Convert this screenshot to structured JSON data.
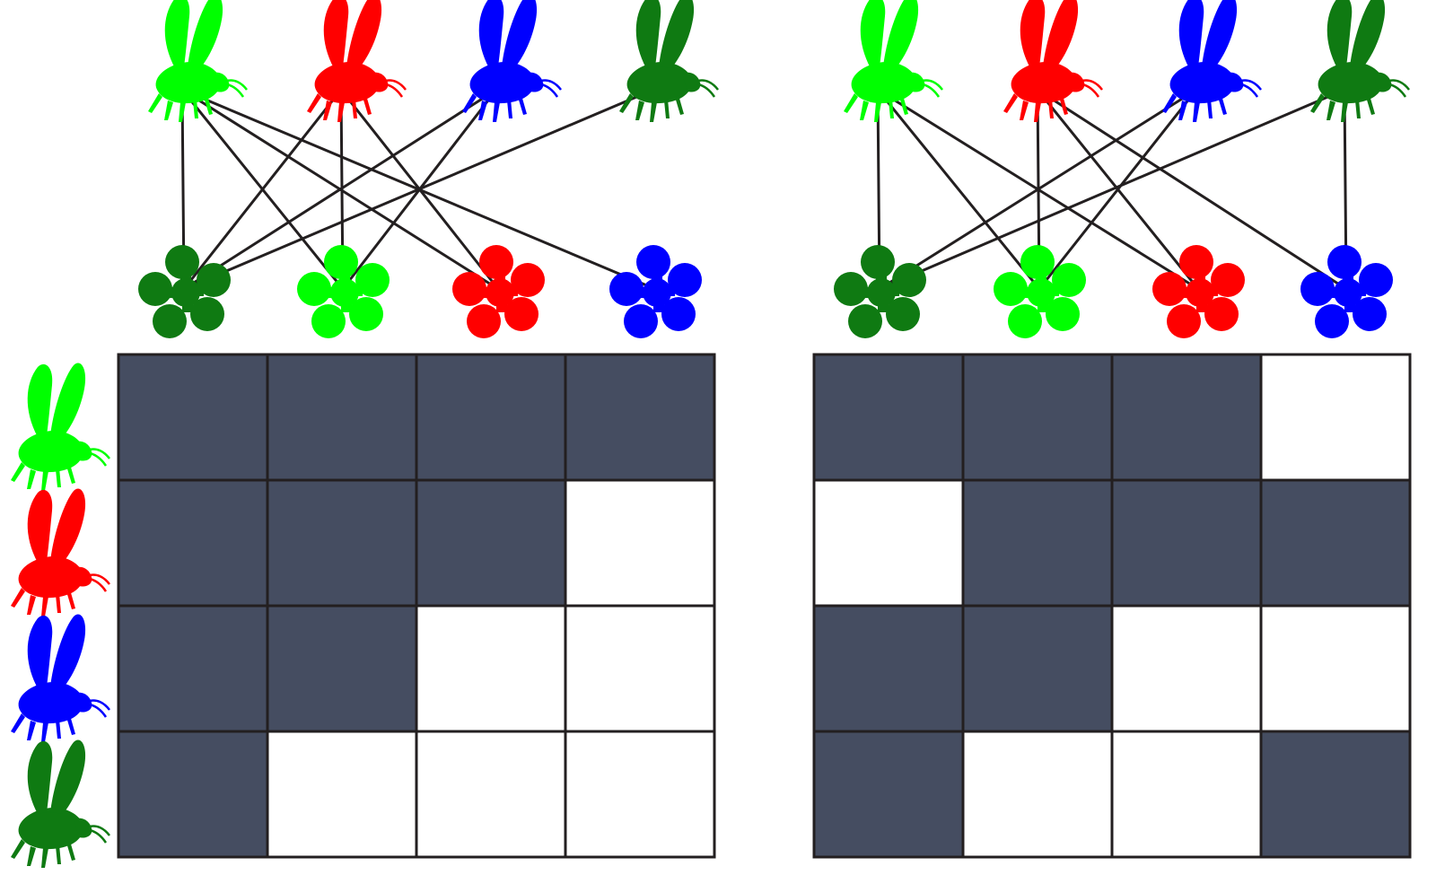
{
  "colors": {
    "bright_green": "#00ff00",
    "red": "#ff0000",
    "blue": "#0000ff",
    "dark_green": "#0f7a12",
    "filled_cell": "#454d61",
    "empty_cell": "#ffffff",
    "edge": "#231f20"
  },
  "pollinators": [
    {
      "id": "pollinator-bright-green",
      "color": "bright_green",
      "icon": "bee-icon"
    },
    {
      "id": "pollinator-red",
      "color": "red",
      "icon": "bee-icon"
    },
    {
      "id": "pollinator-blue",
      "color": "blue",
      "icon": "bee-icon"
    },
    {
      "id": "pollinator-dark-green",
      "color": "dark_green",
      "icon": "bee-icon"
    }
  ],
  "plants": [
    {
      "id": "plant-dark-green",
      "color": "dark_green",
      "icon": "flower-icon"
    },
    {
      "id": "plant-bright-green",
      "color": "bright_green",
      "icon": "flower-icon"
    },
    {
      "id": "plant-red",
      "color": "red",
      "icon": "flower-icon"
    },
    {
      "id": "plant-blue",
      "color": "blue",
      "icon": "flower-icon"
    }
  ],
  "networks": [
    {
      "name": "left-network",
      "interactions": [
        [
          1,
          1,
          1,
          1
        ],
        [
          1,
          1,
          1,
          0
        ],
        [
          1,
          1,
          0,
          0
        ],
        [
          1,
          0,
          0,
          0
        ]
      ]
    },
    {
      "name": "right-network",
      "interactions": [
        [
          1,
          1,
          1,
          0
        ],
        [
          0,
          1,
          1,
          1
        ],
        [
          1,
          1,
          0,
          0
        ],
        [
          1,
          0,
          0,
          1
        ]
      ]
    }
  ]
}
